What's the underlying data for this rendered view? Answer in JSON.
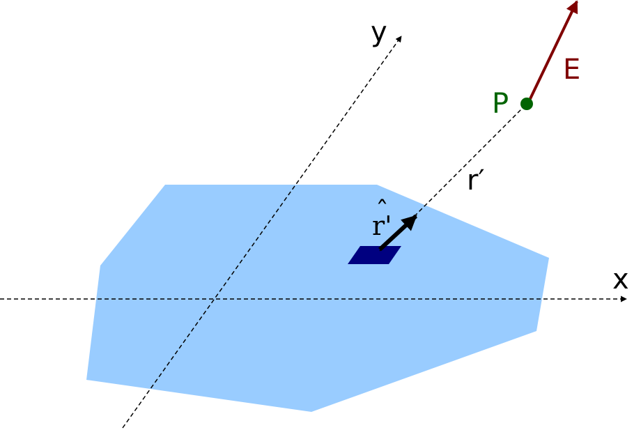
{
  "diagram": {
    "labels": {
      "x_axis": "x",
      "y_axis": "y",
      "point": "P",
      "field": "E",
      "separation": "r′",
      "unit_vector": "r'",
      "unit_vector_hat": "ˆ"
    },
    "colors": {
      "surface": "#99ccff",
      "patch": "#000080",
      "field_vector": "#800000",
      "point": "#006400",
      "axes": "#000000",
      "unit_vector": "#000000"
    },
    "axes_style": "dashed"
  }
}
